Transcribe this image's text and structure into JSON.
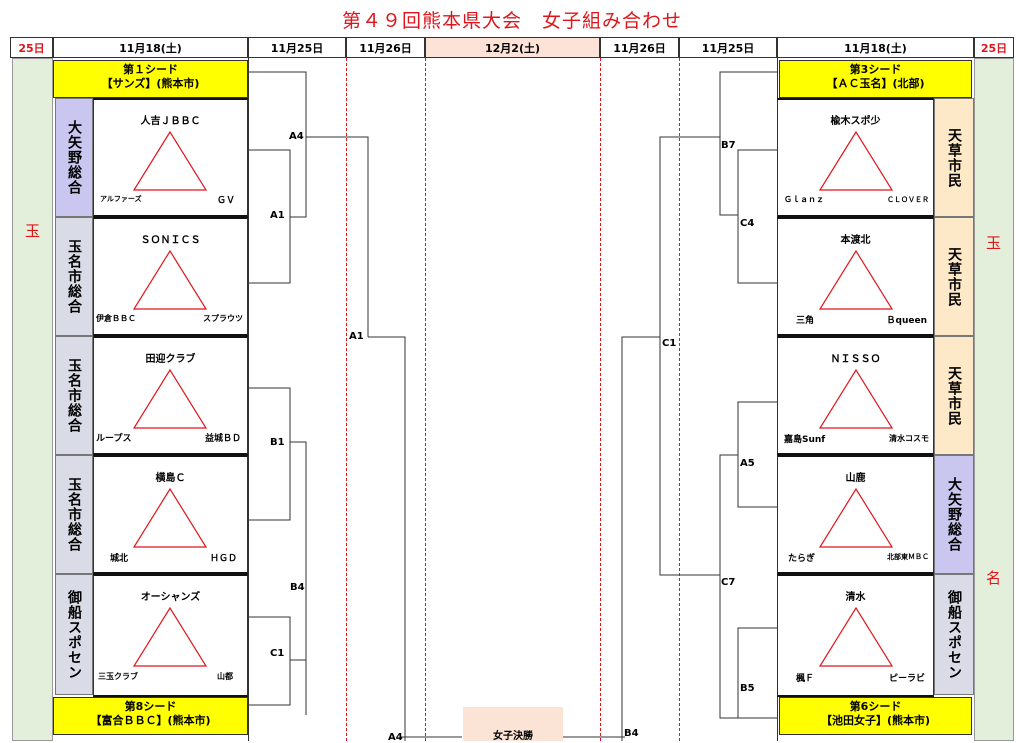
{
  "title": "第４９回熊本県大会　女子組み合わせ",
  "headers": {
    "left_day": "25日",
    "left_date1": "11月18(土)",
    "left_date2": "11月25日",
    "left_date3": "11月26日",
    "center_date": "12月2(土)",
    "right_date3": "11月26日",
    "right_date2": "11月25日",
    "right_date1": "11月18(土)",
    "right_day": "25日"
  },
  "side_labels": {
    "left_top": "玉",
    "right_top": "玉",
    "right_mid": "名"
  },
  "seeds": {
    "left_top": {
      "line1": "第１シード",
      "line2": "【サンズ】(熊本市)"
    },
    "left_bottom": {
      "line1": "第8シード",
      "line2": "【富合ＢＢＣ】(熊本市)"
    },
    "right_top": {
      "line1": "第3シード",
      "line2": "【ＡＣ玉名】(北部)"
    },
    "right_bottom": {
      "line1": "第6シード",
      "line2": "【池田女子】(熊本市)"
    }
  },
  "left_groups": [
    {
      "venue": "大矢野総合",
      "top": "人吉ＪＢＢＣ",
      "bl": "アルファーズ",
      "br": "ＧＶ"
    },
    {
      "venue": "玉名市総合",
      "top": "ＳＯＮＩＣＳ",
      "bl": "伊倉ＢＢＣ",
      "br": "スプラウツ"
    },
    {
      "venue": "玉名市総合",
      "top": "田迎クラブ",
      "bl": "ループス",
      "br": "益城ＢＤ"
    },
    {
      "venue": "玉名市総合",
      "top": "横島Ｃ",
      "bl": "城北",
      "br": "ＨＧＤ"
    },
    {
      "venue": "御船スポセン",
      "top": "オーシャンズ",
      "bl": "三玉クラブ",
      "br": "山都"
    }
  ],
  "right_groups": [
    {
      "venue": "天草市民",
      "top": "楡木スポ少",
      "bl": "Ｇｌａｎｚ",
      "br": "ＣＬＯＶＥＲ"
    },
    {
      "venue": "天草市民",
      "top": "本渡北",
      "bl": "三角",
      "br": "Ｂqueen"
    },
    {
      "venue": "天草市民",
      "top": "ＮＩＳＳＯ",
      "bl": "嘉島Sunf",
      "br": "清水コスモ"
    },
    {
      "venue": "大矢野総合",
      "top": "山鹿",
      "bl": "たらぎ",
      "br": "北部東ＭＢＣ"
    },
    {
      "venue": "御船スポセン",
      "top": "清水",
      "bl": "楓Ｆ",
      "br": "ピーラビ"
    }
  ],
  "bracket_labels": {
    "a4": "A4",
    "a1": "A1",
    "a1_semi": "A1",
    "b1": "B1",
    "b4": "B4",
    "c1": "C1",
    "a4_bottom": "A4",
    "b7": "B7",
    "c4": "C4",
    "c1_right": "C1",
    "a5": "A5",
    "c7": "C7",
    "b5": "B5",
    "b4_bottom": "B4"
  },
  "final_label": "女子決勝",
  "colors": {
    "title_red": "#e0151c",
    "seed_yellow": "#ffff00",
    "side_green": "#e3efda",
    "venue_purple": "#c9c6ef",
    "venue_gray": "#d9dce7",
    "venue_tan": "#fde9c8",
    "final_pink": "#fbe3d6"
  }
}
